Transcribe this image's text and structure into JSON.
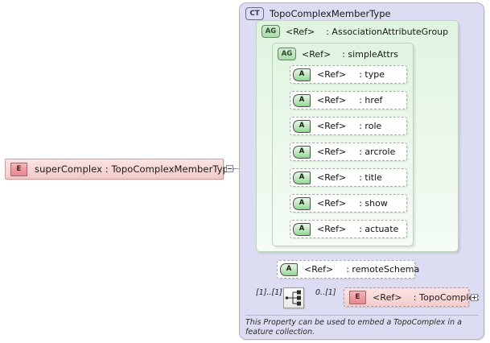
{
  "diagram": {
    "type": "xsd-schema-diagram",
    "background_color": "#ffffff"
  },
  "source_element": {
    "icon": "E",
    "icon_name": "element-icon",
    "label": "superComplex : TopoComplexMemberType",
    "toggle": "minus"
  },
  "complex_type": {
    "icon": "CT",
    "icon_name": "complextype-icon",
    "title": "TopoComplexMemberType",
    "fill_color": "#dcdcf2"
  },
  "attribute_groups": [
    {
      "icon": "AG",
      "icon_name": "attributegroup-icon",
      "ref": "<Ref>",
      "name": ": AssociationAttributeGroup"
    },
    {
      "icon": "AG",
      "icon_name": "attributegroup-icon",
      "ref": "<Ref>",
      "name": ": simpleAttrs"
    }
  ],
  "attributes": [
    {
      "icon": "A",
      "ref": "<Ref>",
      "name": ": type"
    },
    {
      "icon": "A",
      "ref": "<Ref>",
      "name": ": href"
    },
    {
      "icon": "A",
      "ref": "<Ref>",
      "name": ": role"
    },
    {
      "icon": "A",
      "ref": "<Ref>",
      "name": ": arcrole"
    },
    {
      "icon": "A",
      "ref": "<Ref>",
      "name": ": title"
    },
    {
      "icon": "A",
      "ref": "<Ref>",
      "name": ": show"
    },
    {
      "icon": "A",
      "ref": "<Ref>",
      "name": ": actuate"
    }
  ],
  "remote_schema_attribute": {
    "icon": "A",
    "ref": "<Ref>",
    "name": ": remoteSchema"
  },
  "sequence": {
    "icon_name": "sequence-compositor-icon",
    "left_cardinality": "[1]..[1]",
    "right_cardinality": "0..[1]"
  },
  "child_element": {
    "icon": "E",
    "icon_name": "element-icon",
    "ref": "<Ref>",
    "name": ": TopoComplex",
    "toggle": "plus"
  },
  "annotation": {
    "text": "This Property can be used to embed a TopoComplex in a feature collection."
  }
}
